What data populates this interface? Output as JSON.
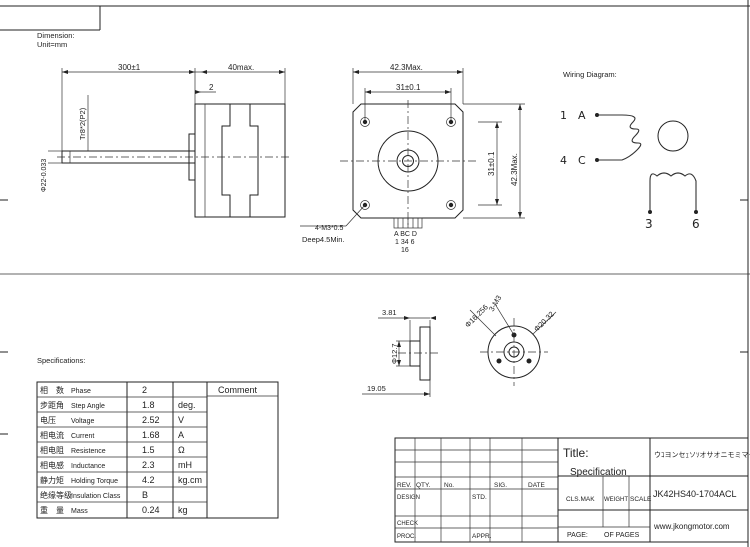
{
  "header": {
    "dimension_label": "Dimension:",
    "unit_label": "Unit=mm"
  },
  "side_view": {
    "lead_length": "300±1",
    "body_length": "40max.",
    "flange_thickness": "2",
    "shaft_diameter": "Φ22-0.033",
    "thread": "Tr8*2(P2)"
  },
  "front_view": {
    "width": "42.3Max.",
    "hole_spacing_h": "31±0.1",
    "hole_spacing_v": "31±0.1",
    "height": "42.3Max.",
    "mount_holes": "4-M3*0.5",
    "hole_depth": "Deep4.5Min.",
    "connector_letters": "A BC D",
    "connector_pins": "1 34 6",
    "connector_count": "16"
  },
  "wiring": {
    "title": "Wiring Diagram:",
    "pin1": "1",
    "label_a": "A",
    "pin4": "4",
    "label_c": "C",
    "pin3": "3",
    "pin6": "6"
  },
  "nut_drawing": {
    "dim_381": "3.81",
    "dim_127": "Φ12.7",
    "dim_1905": "19.05",
    "dim_16256": "Φ16.256",
    "dim_m3": "3-M3",
    "dim_2032": "Φ20.32"
  },
  "specifications": {
    "title": "Specifications:",
    "comment_header": "Comment",
    "rows": [
      {
        "cn": "相　数",
        "en": "Phase",
        "value": "2",
        "unit": ""
      },
      {
        "cn": "步距角",
        "en": "Step Angle",
        "value": "1.8",
        "unit": "deg."
      },
      {
        "cn": "电压",
        "en": "Voltage",
        "value": "2.52",
        "unit": "V"
      },
      {
        "cn": "相电流",
        "en": "Current",
        "value": "1.68",
        "unit": "A"
      },
      {
        "cn": "相电阻",
        "en": "Resistence",
        "value": "1.5",
        "unit": "Ω"
      },
      {
        "cn": "相电感",
        "en": "Inductance",
        "value": "2.3",
        "unit": "mH"
      },
      {
        "cn": "静力矩",
        "en": "Holding Torque",
        "value": "4.2",
        "unit": "kg.cm"
      },
      {
        "cn": "绝缘等级",
        "en": "Insulation Class",
        "value": "B",
        "unit": ""
      },
      {
        "cn": "重　量",
        "en": "Mass",
        "value": "0.24",
        "unit": "kg"
      }
    ]
  },
  "title_block": {
    "title_label": "Title:",
    "specification": "Specification",
    "company_cn": "ウｺヨンセｪソｿオサオニモミマクェヒセ",
    "rev": "REV.",
    "qty": "QTY.",
    "no": "No.",
    "sig": "SIG.",
    "date": "DATE",
    "design": "DESIGN",
    "std": "STD.",
    "cls_mak": "CLS.MAK",
    "weight": "WEIGHT",
    "scale": "SCALE",
    "model": "JK42HS40-1704ACL",
    "check": "CHECK",
    "proc": "PROC.",
    "appr": "APPR.",
    "page": "PAGE:",
    "of_pages": "OF PAGES",
    "website": "www.jkongmotor.com"
  }
}
